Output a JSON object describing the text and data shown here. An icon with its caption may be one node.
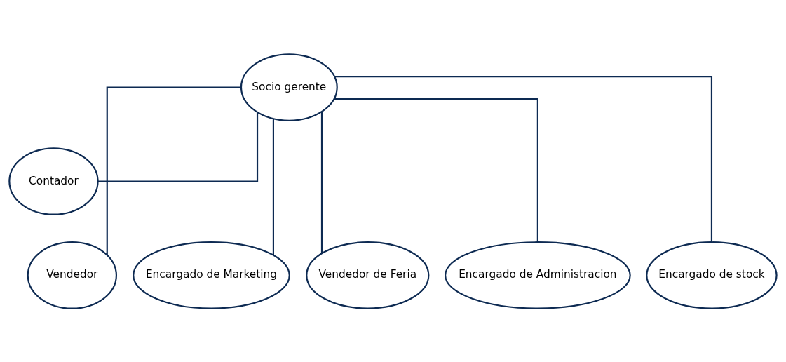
{
  "diagram": {
    "nodes": [
      {
        "text": [
          "Socio gerente"
        ]
      },
      {
        "text": [
          "Contador"
        ]
      },
      {
        "text": [
          "Vendedor"
        ]
      },
      {
        "text": [
          "Encargado de Marketing"
        ]
      },
      {
        "text": [
          "Vendedor de Feria"
        ]
      },
      {
        "text": [
          "Encargado de Administracion"
        ]
      },
      {
        "text": [
          "Encargado de stock"
        ]
      }
    ],
    "edges": [
      {
        "from": 0,
        "to": 1,
        "arrow": "none"
      },
      {
        "from": 0,
        "to": 2,
        "arrow": "none"
      },
      {
        "from": 0,
        "to": 3,
        "arrow": "none"
      },
      {
        "from": 0,
        "to": 4,
        "arrow": "none"
      },
      {
        "from": 0,
        "to": 5,
        "arrow": "none"
      },
      {
        "from": 0,
        "to": 6,
        "arrow": "none"
      }
    ]
  }
}
